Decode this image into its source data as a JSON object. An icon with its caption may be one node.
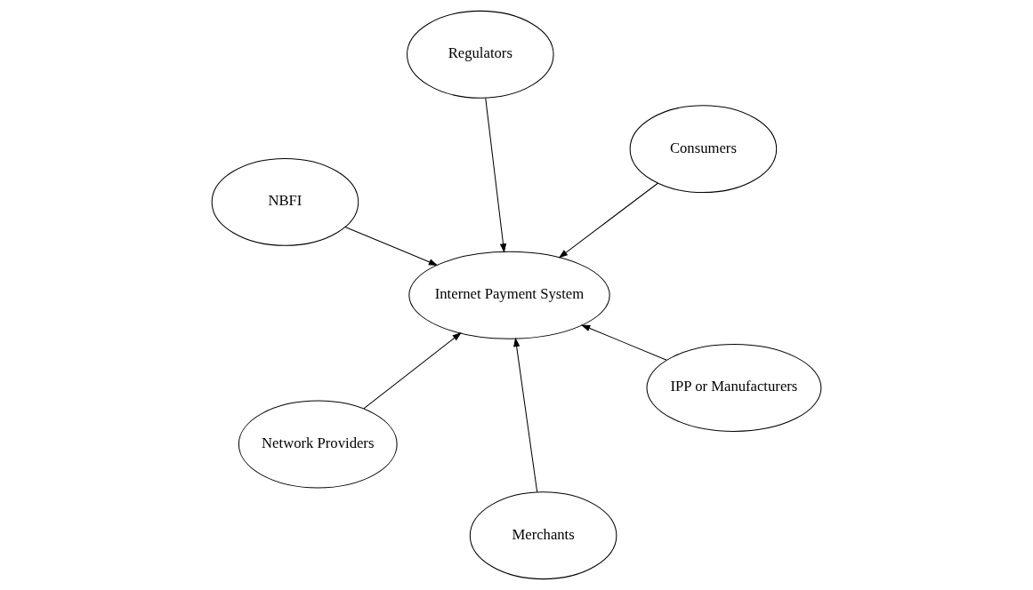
{
  "diagram": {
    "nodes": [
      {
        "text": [
          "NBFI"
        ]
      },
      {
        "text": [
          "IPP or Manufacturers"
        ]
      },
      {
        "text": [
          "Merchants"
        ]
      },
      {
        "text": [
          "Internet Payment System"
        ]
      },
      {
        "text": [
          "Consumers"
        ]
      },
      {
        "text": [
          "Regulators"
        ]
      },
      {
        "text": [
          "Network Providers"
        ]
      }
    ],
    "edges": [
      {
        "from": 0,
        "to": 3,
        "arrow": "to"
      },
      {
        "from": 1,
        "to": 3,
        "arrow": "to"
      },
      {
        "from": 2,
        "to": 3,
        "arrow": "to"
      },
      {
        "from": 4,
        "to": 3,
        "arrow": "to"
      },
      {
        "from": 5,
        "to": 3,
        "arrow": "to"
      },
      {
        "from": 6,
        "to": 3,
        "arrow": "to"
      }
    ]
  }
}
